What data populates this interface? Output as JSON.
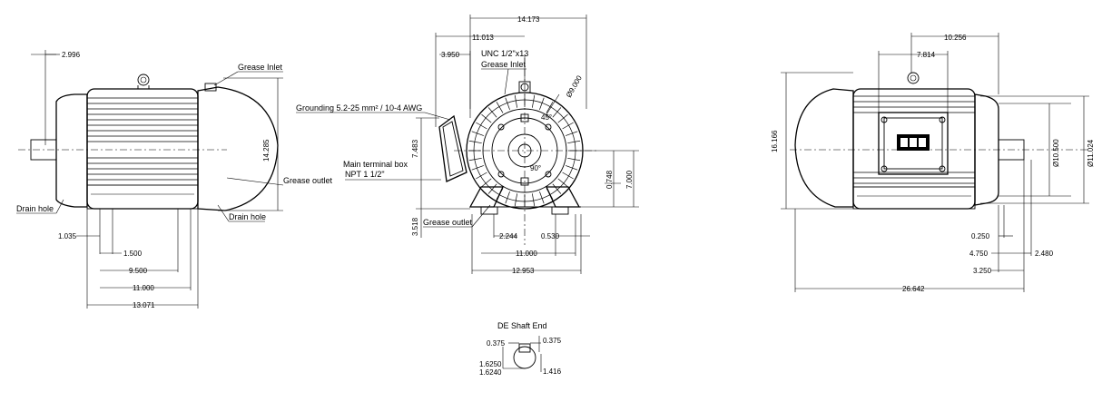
{
  "side_view": {
    "dims": {
      "top_offset": "2.996",
      "height": "14.285",
      "d1": "1.035",
      "d2": "1.500",
      "d3": "9.500",
      "d4": "11.000",
      "d5": "13.071"
    },
    "labels": {
      "grease_inlet": "Grease Inlet",
      "grease_outlet": "Grease outlet",
      "drain_hole_left": "Drain hole",
      "drain_hole_right": "Drain hole"
    }
  },
  "front_view": {
    "dims": {
      "width_total": "14.173",
      "w2": "11.013",
      "w3": "3.950",
      "thread": "UNC 1/2\"x13",
      "pcd": "Ø9.000",
      "box_h": "7.483",
      "base_h": "3.518",
      "foot": "2.244",
      "f2": "0.530",
      "foot_span": "11.000",
      "base_total": "12.953",
      "right_a": "0.748",
      "right_b": "7.000",
      "angle_a": "45°",
      "angle_b": "90°"
    },
    "labels": {
      "grease_inlet": "Grease Inlet",
      "grounding": "Grounding 5.2-25 mm² / 10-4 AWG",
      "terminal_box": "Main terminal box",
      "npt": "NPT 1 1/2\"",
      "grease_outlet": "Grease outlet"
    }
  },
  "rear_view": {
    "dims": {
      "top1": "10.256",
      "top2": "7.814",
      "height": "16.166",
      "diam1": "Ø10.500",
      "diam2": "Ø11.024",
      "r1": "0.250",
      "r2": "4.750",
      "r3": "2.480",
      "r4": "3.250",
      "length": "26.642"
    }
  },
  "shaft_end": {
    "title": "DE Shaft End",
    "dims": {
      "key_w": "0.375",
      "key_h": "0.375",
      "d_max": "1.6250",
      "d_min": "1.6240",
      "key_depth": "1.416"
    }
  }
}
